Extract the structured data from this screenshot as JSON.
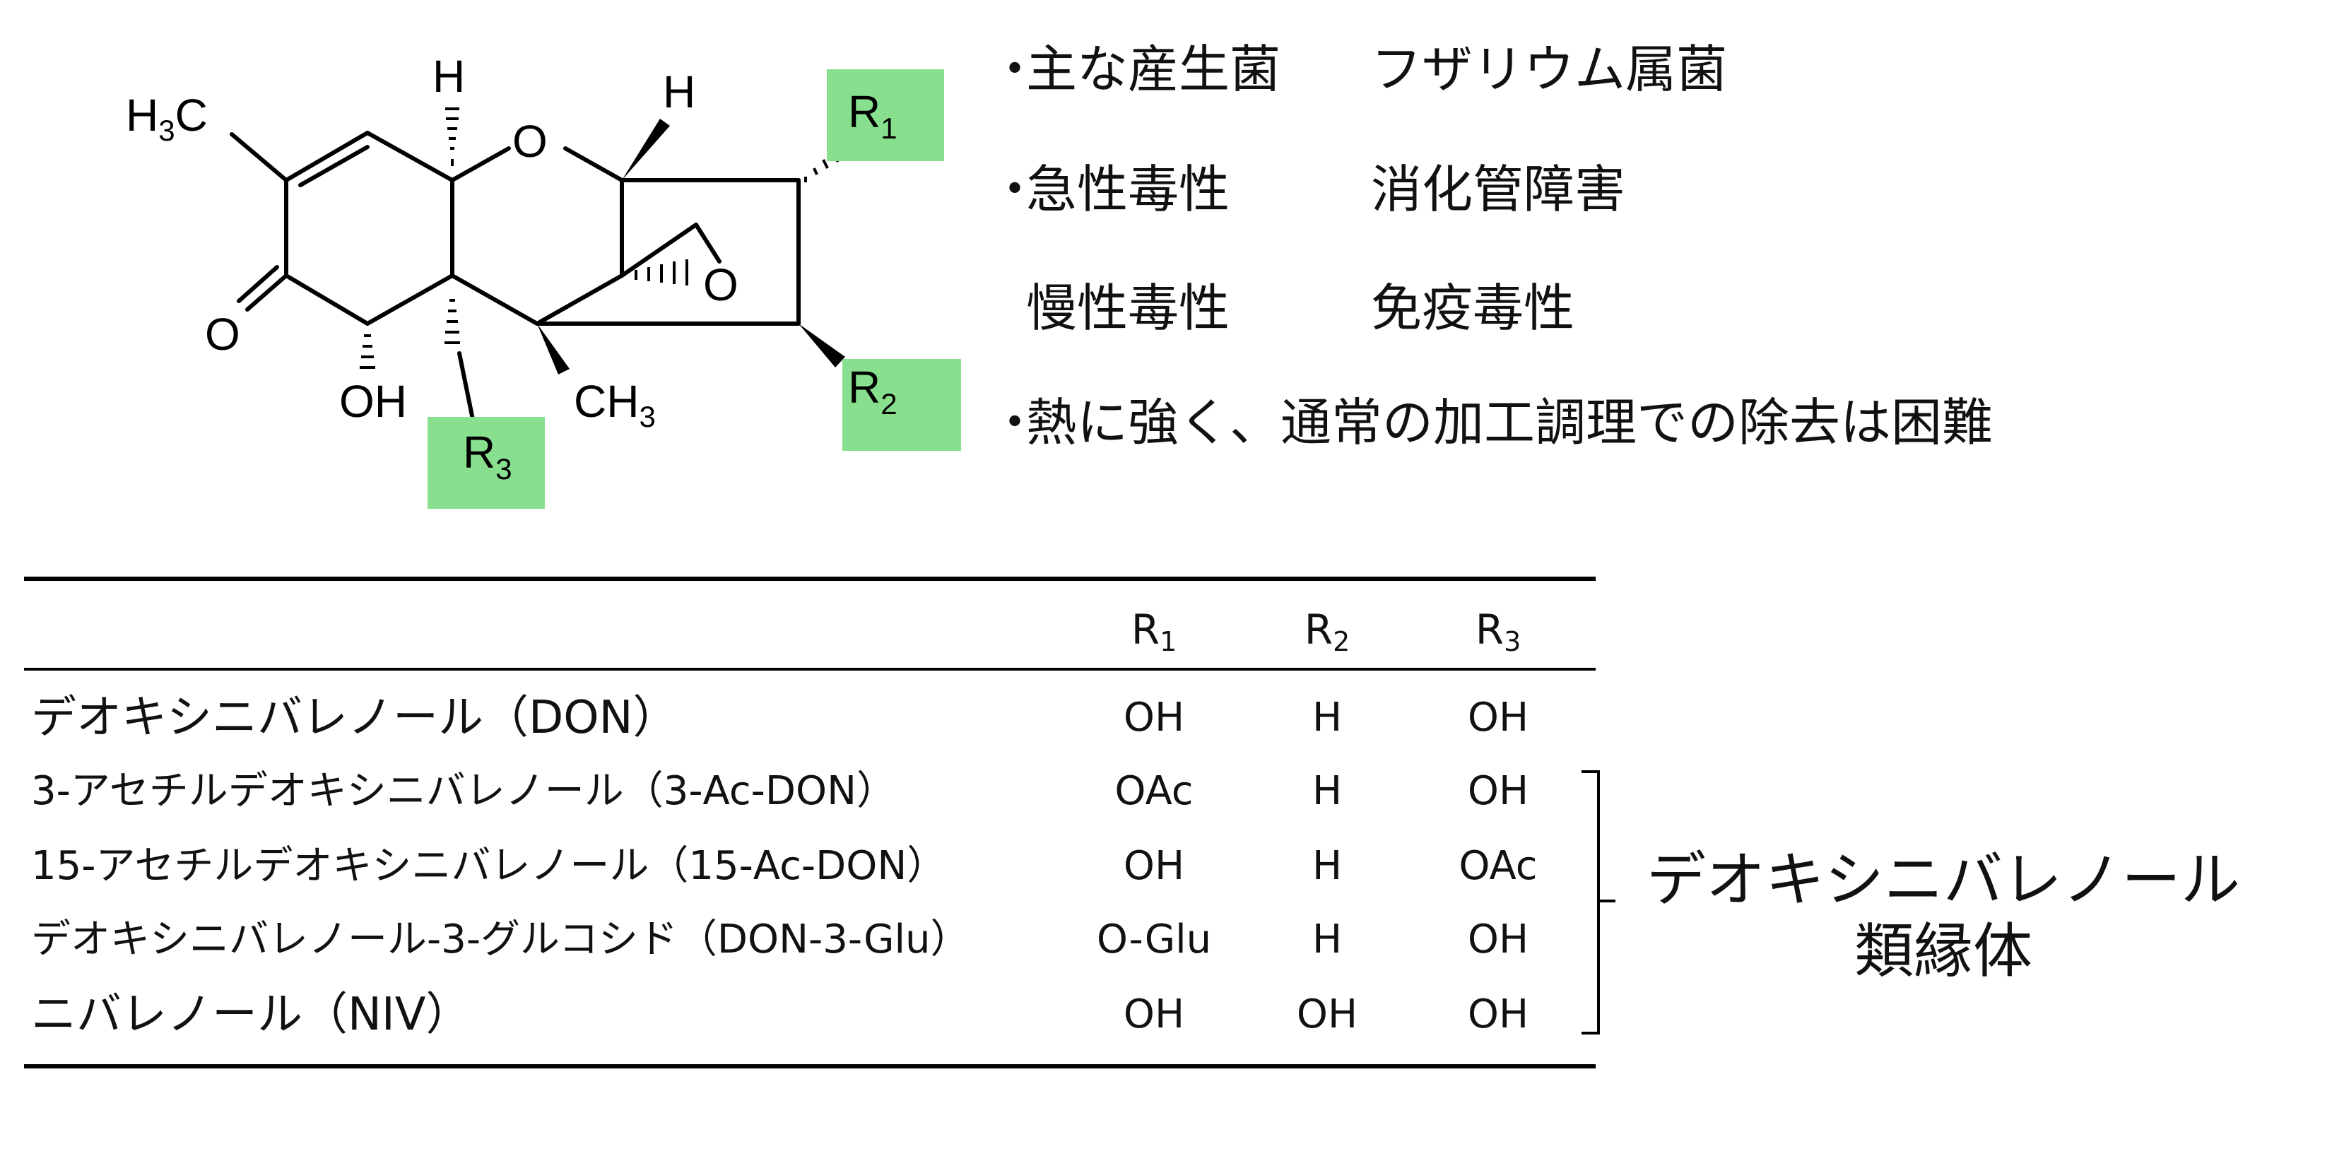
{
  "structure": {
    "atoms": {
      "h_top_left": "H",
      "h_top_right": "H",
      "o_ring": "O",
      "o_epoxide": "O",
      "o_ketone": "O",
      "h3c": "H",
      "h3c_sub": "3",
      "h3c_c": "C",
      "oh": "OH",
      "ch3_c": "CH",
      "ch3_sub": "3"
    },
    "substituents": [
      {
        "letter": "R",
        "index": "1"
      },
      {
        "letter": "R",
        "index": "2"
      },
      {
        "letter": "R",
        "index": "3"
      }
    ],
    "highlight_color": "#88e08f"
  },
  "bullets": [
    {
      "marker": "・",
      "label": "主な産生菌",
      "value": "フザリウム属菌"
    },
    {
      "marker": "・",
      "label": "急性毒性",
      "value": "消化管障害"
    },
    {
      "marker": "",
      "label": "慢性毒性",
      "value": "免疫毒性"
    },
    {
      "marker": "・",
      "label": "熱に強く、通常の加工調理での除去は困難",
      "value": ""
    }
  ],
  "table": {
    "headers": [
      {
        "letter": "R",
        "index": "1"
      },
      {
        "letter": "R",
        "index": "2"
      },
      {
        "letter": "R",
        "index": "3"
      }
    ],
    "rows": [
      {
        "name": "デオキシニバレノール（DON）",
        "r1": "OH",
        "r2": "H",
        "r3": "OH"
      },
      {
        "name": "3-アセチルデオキシニバレノール（3-Ac-DON）",
        "r1": "OAc",
        "r2": "H",
        "r3": "OH"
      },
      {
        "name": "15-アセチルデオキシニバレノール（15-Ac-DON）",
        "r1": "OH",
        "r2": "H",
        "r3": "OAc"
      },
      {
        "name": "デオキシニバレノール-3-グルコシド（DON-3-Glu）",
        "r1": "O-Glu",
        "r2": "H",
        "r3": "OH"
      },
      {
        "name": "ニバレノール（NIV）",
        "r1": "OH",
        "r2": "OH",
        "r3": "OH"
      }
    ],
    "group_label_line1": "デオキシニバレノール",
    "group_label_line2": "類縁体"
  }
}
